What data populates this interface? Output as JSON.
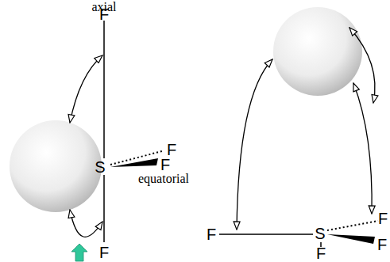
{
  "diagram": {
    "labels": [
      "axial",
      "F",
      "S",
      "F",
      "F",
      "equatorial",
      "F",
      "F",
      "S",
      "F",
      "F",
      "F"
    ]
  }
}
